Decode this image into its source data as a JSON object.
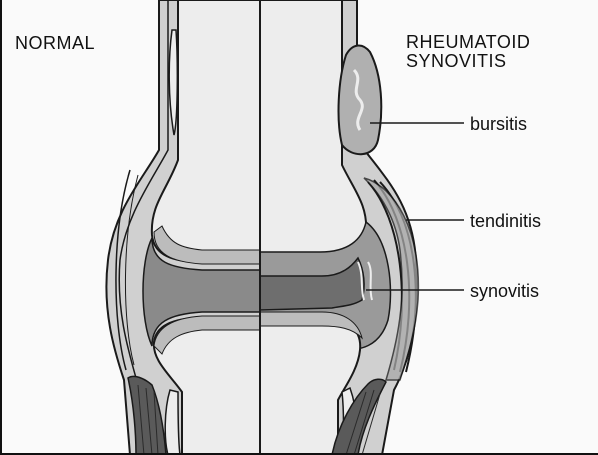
{
  "panels": {
    "normal": {
      "title": "NORMAL"
    },
    "rheumatoid": {
      "title_line1": "RHEUMATOID",
      "title_line2": "SYNOVITIS"
    }
  },
  "labels": {
    "bursitis": "bursitis",
    "tendinitis": "tendinitis",
    "synovitis": "synovitis"
  },
  "colors": {
    "outline": "#1a1a1a",
    "soft_tissue": "#d0d0d0",
    "bone": "#ededed",
    "synovium": "#9a9a9a",
    "cavity": "#6e6e6e",
    "tendon": "#a8a8a8",
    "muscle": "#5a5a5a"
  }
}
